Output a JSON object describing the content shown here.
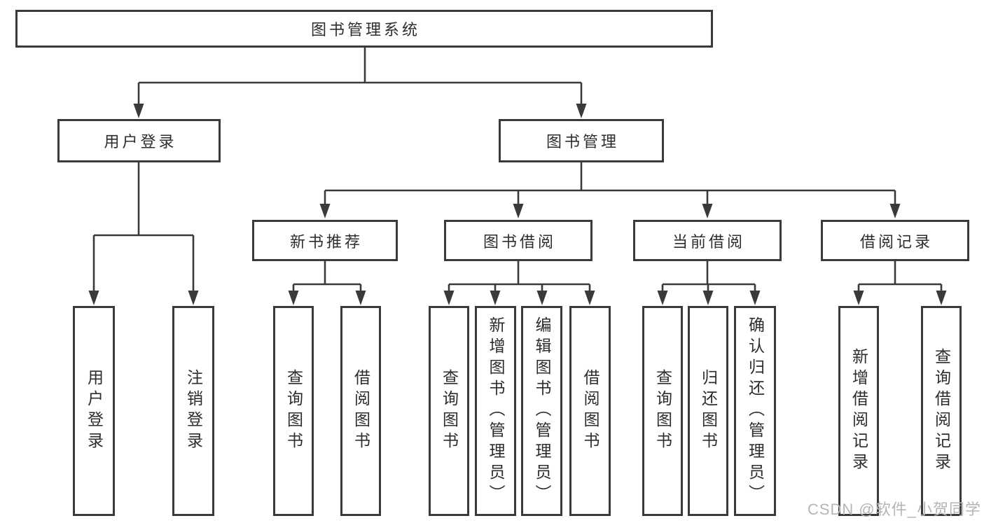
{
  "diagram_title": "图书管理系统",
  "tree": {
    "label": "图书管理系统",
    "children": [
      {
        "label": "用户登录",
        "children": [
          {
            "label": "用户登录"
          },
          {
            "label": "注销登录"
          }
        ]
      },
      {
        "label": "图书管理",
        "children": [
          {
            "label": "新书推荐",
            "children": [
              {
                "label": "查询图书"
              },
              {
                "label": "借阅图书"
              }
            ]
          },
          {
            "label": "图书借阅",
            "children": [
              {
                "label": "查询图书"
              },
              {
                "label": "新增图书（管理员）"
              },
              {
                "label": "编辑图书（管理员）"
              },
              {
                "label": "借阅图书"
              }
            ]
          },
          {
            "label": "当前借阅",
            "children": [
              {
                "label": "查询图书"
              },
              {
                "label": "归还图书"
              },
              {
                "label": "确认归还（管理员）"
              }
            ]
          },
          {
            "label": "借阅记录",
            "children": [
              {
                "label": "新增借阅记录"
              },
              {
                "label": "查询借阅记录"
              }
            ]
          }
        ]
      }
    ]
  },
  "watermark": "CSDN @软件_小贺同学",
  "colors": {
    "line": "#3a3a3a",
    "box_border": "#3a3a3a",
    "text": "#2d2d2d",
    "watermark": "#b5b5b5",
    "background": "#ffffff"
  }
}
